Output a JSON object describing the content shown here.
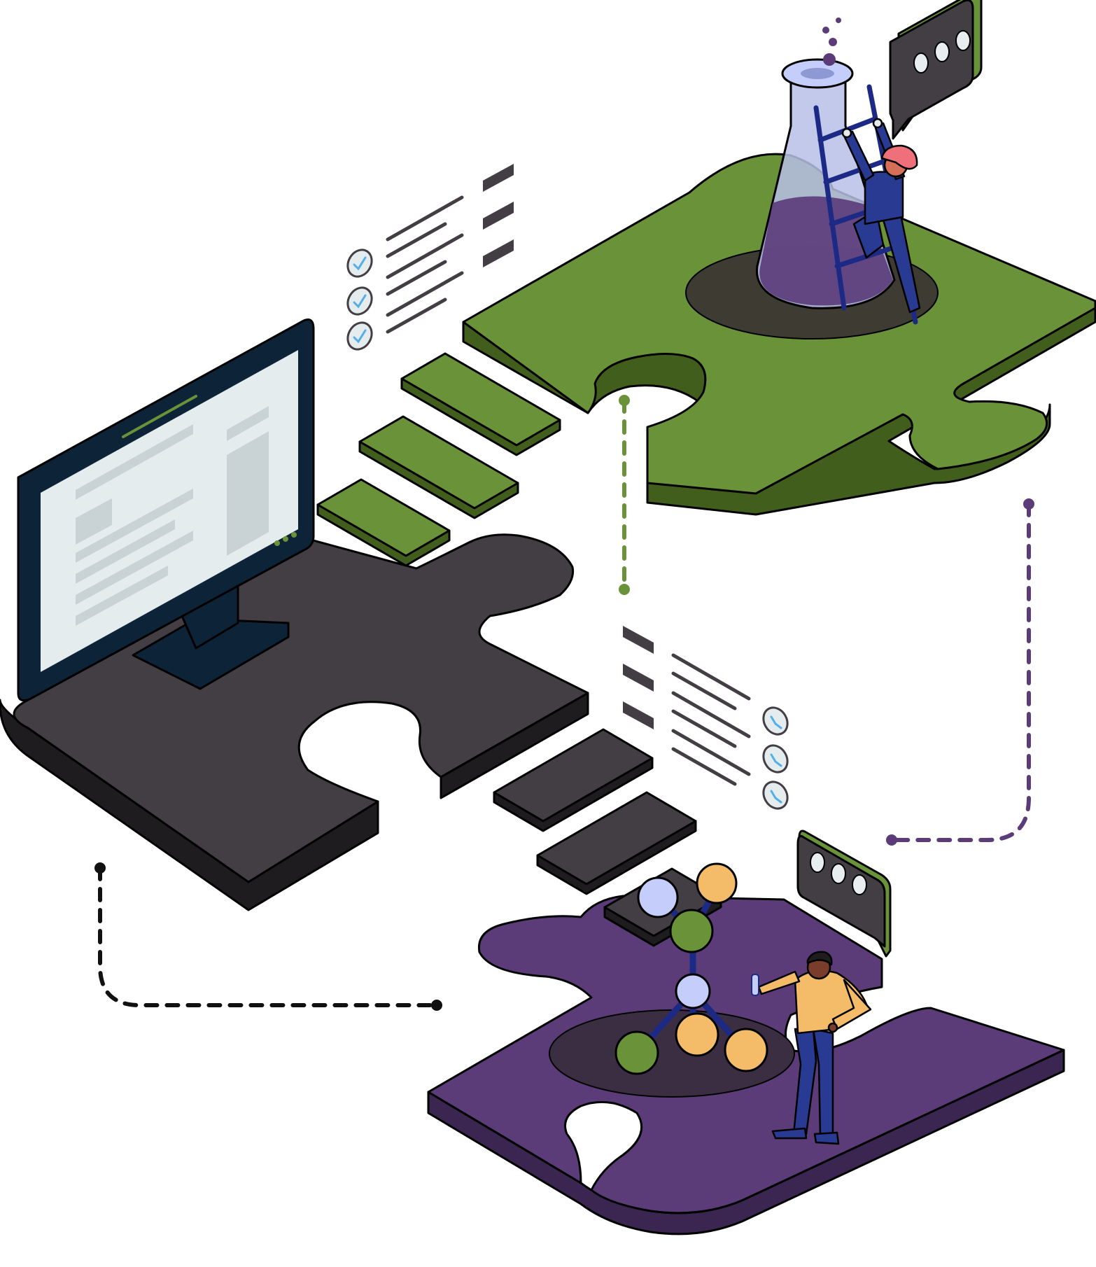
{
  "illustration": {
    "subject": "",
    "pieces": [
      {
        "name": "lab-flask-piece",
        "color": "#6a9238"
      },
      {
        "name": "computer-piece",
        "color": "#433d44"
      },
      {
        "name": "molecule-piece",
        "color": "#5b3c78"
      }
    ],
    "palette": {
      "green": "#6a9238",
      "green_dark": "#425e1c",
      "charcoal": "#433d44",
      "charcoal_dark": "#1e1c1f",
      "purple": "#5b3c78",
      "purple_dark": "#3a2650",
      "navy": "#0d2338",
      "screen": "#e4ecee",
      "accent_blue": "#283a91",
      "accent_orange": "#f4bc68",
      "accent_lavender": "#c5cdfa",
      "accent_pink": "#ef6f7b",
      "outline": "#000000"
    },
    "icons": [
      "flask-icon",
      "ladder-icon",
      "chat-bubble-icon",
      "checkmark-icon",
      "monitor-icon",
      "molecule-icon",
      "person-icon"
    ]
  }
}
